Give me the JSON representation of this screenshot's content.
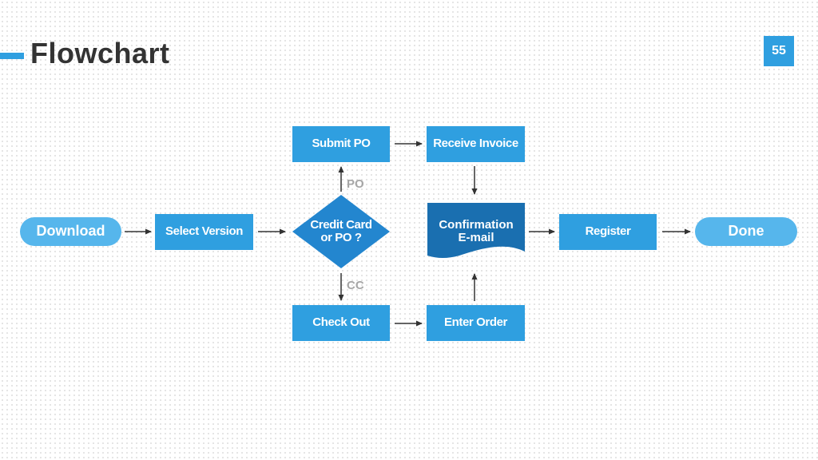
{
  "slide": {
    "title": "Flowchart",
    "page_number": "55"
  },
  "nodes": {
    "download": "Download",
    "select_version": "Select Version",
    "decision": [
      "Credit Card",
      "or PO ?"
    ],
    "submit_po": "Submit PO",
    "receive_invoice": "Receive Invoice",
    "confirmation": [
      "Confirmation",
      "E-mail"
    ],
    "check_out": "Check Out",
    "enter_order": "Enter Order",
    "register": "Register",
    "done": "Done"
  },
  "edge_labels": {
    "po": "PO",
    "cc": "CC"
  },
  "colors": {
    "primary": "#2f9fe0",
    "light": "#56b6ec",
    "dark": "#1a6fb0",
    "diamond": "#2386cf",
    "arrow": "#333333",
    "label_gray": "#a6a6a6"
  }
}
